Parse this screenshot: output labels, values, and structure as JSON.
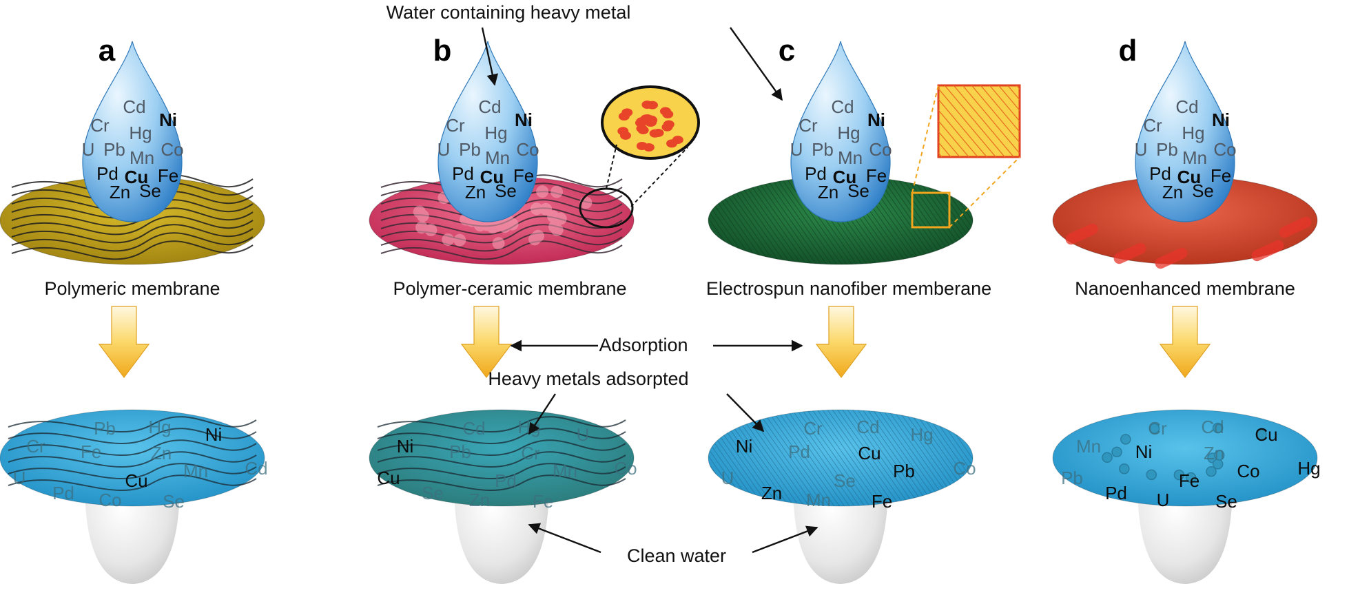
{
  "panels": [
    {
      "letter": "a",
      "membrane_label": "Polymeric membrane",
      "drop_metals": [
        "Cd",
        "Cr",
        "Ni",
        "Hg",
        "U",
        "Pb",
        "Co",
        "Mn",
        "Pd",
        "Cu",
        "Fe",
        "Zn",
        "Se"
      ],
      "adsorbed_metals": [
        "Pb",
        "Hg",
        "Ni",
        "Cr",
        "Fe",
        "Zn",
        "U",
        "Mn",
        "Cd",
        "Cu",
        "Pd",
        "Co",
        "Se"
      ],
      "membrane_color": "#c9a81a"
    },
    {
      "letter": "b",
      "membrane_label": "Polymer-ceramic membrane",
      "drop_metals": [
        "Cd",
        "Cr",
        "Ni",
        "Hg",
        "U",
        "Pb",
        "Co",
        "Mn",
        "Pd",
        "Cu",
        "Fe",
        "Zn",
        "Se"
      ],
      "adsorbed_metals": [
        "Cd",
        "Hg",
        "U",
        "Ni",
        "Pb",
        "Cr",
        "Cu",
        "Mn",
        "Co",
        "Pd",
        "Se",
        "Zn",
        "Fe"
      ],
      "membrane_color": "#e2436b"
    },
    {
      "letter": "c",
      "membrane_label": "Electrospun nanofiber memberane",
      "drop_metals": [
        "Cd",
        "Cr",
        "Ni",
        "Hg",
        "U",
        "Pb",
        "Co",
        "Mn",
        "Pd",
        "Cu",
        "Fe",
        "Zn",
        "Se"
      ],
      "adsorbed_metals": [
        "Cr",
        "Cd",
        "Hg",
        "Ni",
        "Pd",
        "Cu",
        "U",
        "Pb",
        "Co",
        "Se",
        "Zn",
        "Mn",
        "Fe"
      ],
      "membrane_color": "#1f6d3a"
    },
    {
      "letter": "d",
      "membrane_label": "Nanoenhanced membrane",
      "drop_metals": [
        "Cd",
        "Cr",
        "Ni",
        "Hg",
        "U",
        "Pb",
        "Co",
        "Mn",
        "Pd",
        "Cu",
        "Fe",
        "Zn",
        "Se"
      ],
      "adsorbed_metals": [
        "Cr",
        "Cd",
        "Cu",
        "Mn",
        "Ni",
        "Zn",
        "Pb",
        "Co",
        "Hg",
        "Fe",
        "Pd",
        "U",
        "Se"
      ],
      "membrane_color": "#d2432a"
    }
  ],
  "annotations": {
    "water_label": "Water containing heavy metal",
    "adsorption_label": "Adsorption",
    "adsorbed_label": "Heavy metals adsorpted",
    "clean_label": "Clean water"
  },
  "colors": {
    "drop_light": "#d6eefc",
    "drop_dark": "#3b8fd6",
    "result_disc": "#38a9d8",
    "arrow_fill": "#f6c231",
    "bowl": "#d9d9d9"
  },
  "icons": [
    "water-drop-icon",
    "down-arrow-icon",
    "collection-bowl-icon",
    "zoom-inset-icon"
  ]
}
